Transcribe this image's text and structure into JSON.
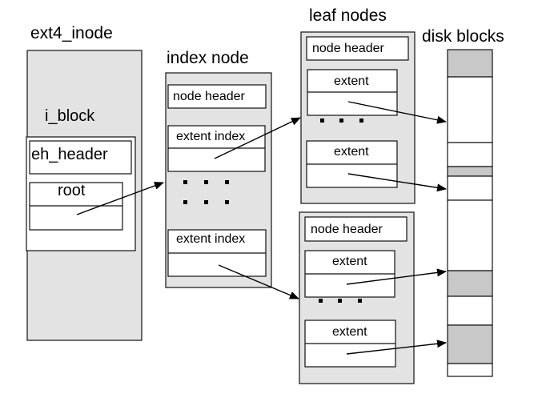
{
  "titles": {
    "ext4_inode": "ext4_inode",
    "index_node": "index node",
    "leaf_nodes": "leaf nodes",
    "disk_blocks": "disk blocks"
  },
  "inode": {
    "i_block": "i_block",
    "eh_header": "eh_header",
    "root": "root"
  },
  "index_node": {
    "node_header": "node header",
    "extent_index_1": "extent index",
    "extent_index_2": "extent index"
  },
  "leaf_top": {
    "node_header": "node header",
    "extent_1": "extent",
    "extent_2": "extent"
  },
  "leaf_bottom": {
    "node_header": "node header",
    "extent_1": "extent",
    "extent_2": "extent"
  },
  "colors": {
    "container_fill": "#e3e3e3",
    "disk_used": "#c8c8c8",
    "disk_free": "#ffffff",
    "line": "#000000"
  },
  "disk_blocks": [
    "used",
    "free",
    "free",
    "used",
    "free",
    "free",
    "used",
    "free",
    "used",
    "free",
    "used"
  ]
}
